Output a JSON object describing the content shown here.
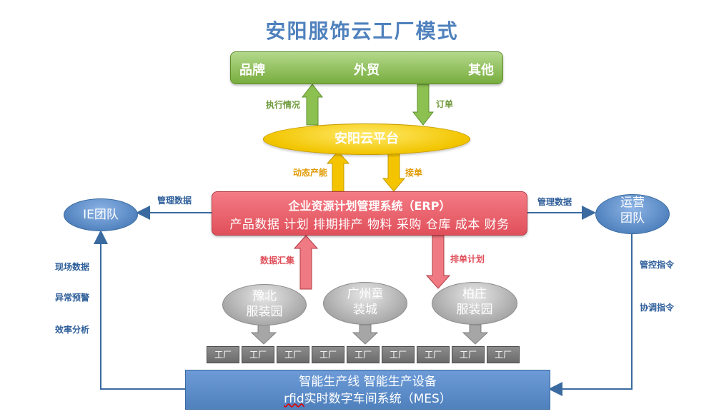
{
  "title": "安阳服饰云工厂模式",
  "top_bar": {
    "left": "品牌",
    "center": "外贸",
    "right": "其他"
  },
  "cloud_platform": "安阳云平台",
  "erp": {
    "line1": "企业资源计划管理系统（ERP）",
    "line2": "产品数据 计划 排期排产 物料 采购 仓库 成本 财务"
  },
  "ie_team": "IE团队",
  "ops_team": {
    "line1": "运营",
    "line2": "团队"
  },
  "parks": [
    {
      "line1": "豫北",
      "line2": "服装园"
    },
    {
      "line1": "广州童",
      "line2": "装城"
    },
    {
      "line1": "柏庄",
      "line2": "服装园"
    }
  ],
  "factories": [
    "工厂",
    "工厂",
    "工厂",
    "工厂",
    "工厂",
    "工厂",
    "工厂",
    "工厂",
    "工厂"
  ],
  "mes": {
    "line1": "智能生产线  智能生产设备",
    "line2_prefix": "rfid",
    "line2_rest": "实时数字车间系统（MES）"
  },
  "labels": {
    "exec_status": "执行情况",
    "order": "订单",
    "dynamic_capacity": "动态产能",
    "accept_order": "接单",
    "mgmt_data_left": "管理数据",
    "mgmt_data_right": "管理数据",
    "data_collect": "数据汇集",
    "schedule_plan": "排单计划",
    "field_data": "现场数据",
    "anomaly_alert": "异常预警",
    "efficiency": "效率分析",
    "control_cmd": "管控指令",
    "coord_cmd": "协调指令"
  },
  "colors": {
    "green": "#78ad3e",
    "yellow": "#f2c500",
    "red": "#e0505b",
    "blue": "#4f81bd",
    "gray": "#a6a6a6",
    "title": "#4f81bd"
  }
}
